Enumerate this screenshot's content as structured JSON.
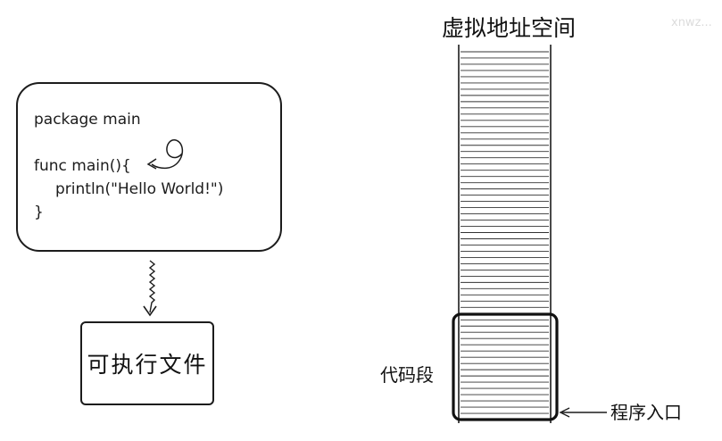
{
  "code": {
    "line1": "package main",
    "line2": "func main(){",
    "line3": "println(\"Hello World!\")",
    "line4": "}"
  },
  "executable_label": "可执行文件",
  "address_space": {
    "title": "虚拟地址空间",
    "stripe_count": 60,
    "code_segment_label": "代码段",
    "entry_label": "程序入口"
  },
  "watermark": "xnwz...",
  "colors": {
    "ink": "#1c1c1c",
    "stripe": "#333333",
    "background": "#ffffff"
  }
}
